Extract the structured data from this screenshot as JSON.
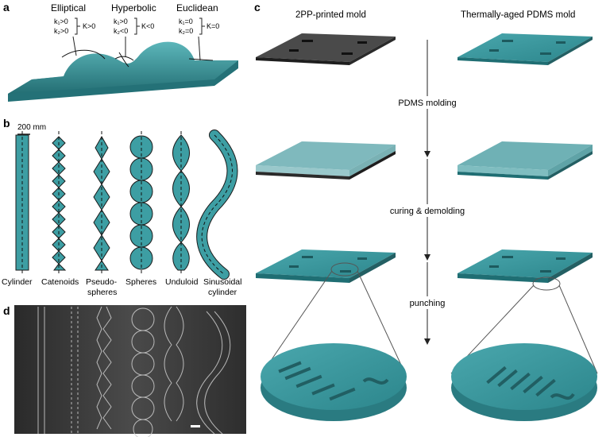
{
  "panel_a": {
    "letter": "a",
    "regions": [
      {
        "title": "Elliptical",
        "k1": "k₁>0",
        "k2": "k₂>0",
        "K": "K>0"
      },
      {
        "title": "Hyperbolic",
        "k1": "k₁>0",
        "k2": "k₂<0",
        "K": "K<0"
      },
      {
        "title": "Euclidean",
        "k1": "k₁=0",
        "k2": "k₂=0",
        "K": "K=0"
      }
    ]
  },
  "panel_b": {
    "letter": "b",
    "scale_label": "200 mm",
    "labels": [
      "Cylinder",
      "Catenoids",
      "Pseudo-",
      "spheres",
      "Spheres",
      "Unduloid",
      "Sinusoidal",
      "cylinder"
    ]
  },
  "panel_c": {
    "letter": "c",
    "col1_title": "2PP-printed mold",
    "col2_title": "Thermally-aged PDMS mold",
    "steps": [
      "PDMS molding",
      "curing & demolding",
      "punching"
    ]
  },
  "panel_d": {
    "letter": "d"
  },
  "colors": {
    "teal": "#2f8d93",
    "teal_light": "#5fb4b8",
    "teal_dark": "#1f6e73",
    "mold_dark": "#3a3a3a"
  }
}
